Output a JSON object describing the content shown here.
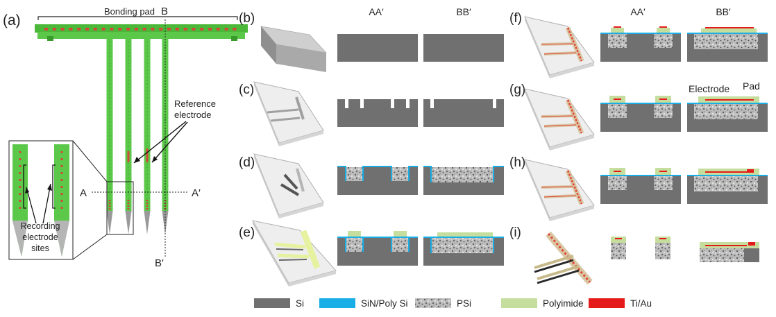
{
  "panel_a": {
    "label": "(a)",
    "bonding_pad": "Bonding pad",
    "marker_b": "B",
    "marker_b_prime": "B′",
    "marker_a": "A",
    "marker_a_prime": "A′",
    "reference_electrode": [
      "Reference",
      "electrode"
    ],
    "recording_sites": [
      "Recording",
      "electrode",
      "sites"
    ]
  },
  "panels": [
    {
      "label": "(b)",
      "step": "blank"
    },
    {
      "label": "(c)",
      "step": "trench"
    },
    {
      "label": "(d)",
      "step": "psi"
    },
    {
      "label": "(e)",
      "step": "polyimide"
    },
    {
      "label": "(f)",
      "step": "metal"
    },
    {
      "label": "(g)",
      "step": "top-polyimide"
    },
    {
      "label": "(h)",
      "step": "pad-open"
    },
    {
      "label": "(i)",
      "step": "release"
    }
  ],
  "column_headers": {
    "aa": "AA′",
    "bb": "BB′"
  },
  "annotations": {
    "electrode": "Electrode",
    "pad": "Pad"
  },
  "legend": [
    {
      "label": "Si",
      "color": "#707070",
      "pattern": "solid"
    },
    {
      "label": "SiN/Poly Si",
      "color": "#19aee6",
      "pattern": "solid"
    },
    {
      "label": "PSi",
      "color": "#a8a8a8",
      "pattern": "speckle"
    },
    {
      "label": "Polyimide",
      "color": "#c5dd9d",
      "pattern": "solid"
    },
    {
      "label": "Ti/Au",
      "color": "#e51b1b",
      "pattern": "solid"
    }
  ],
  "colors": {
    "si": "#707070",
    "sin": "#19aee6",
    "polyimide": "#c5dd9d",
    "metal": "#e51b1b",
    "probe_green": "#5cc84a",
    "wafer": "#e9e9e9"
  }
}
